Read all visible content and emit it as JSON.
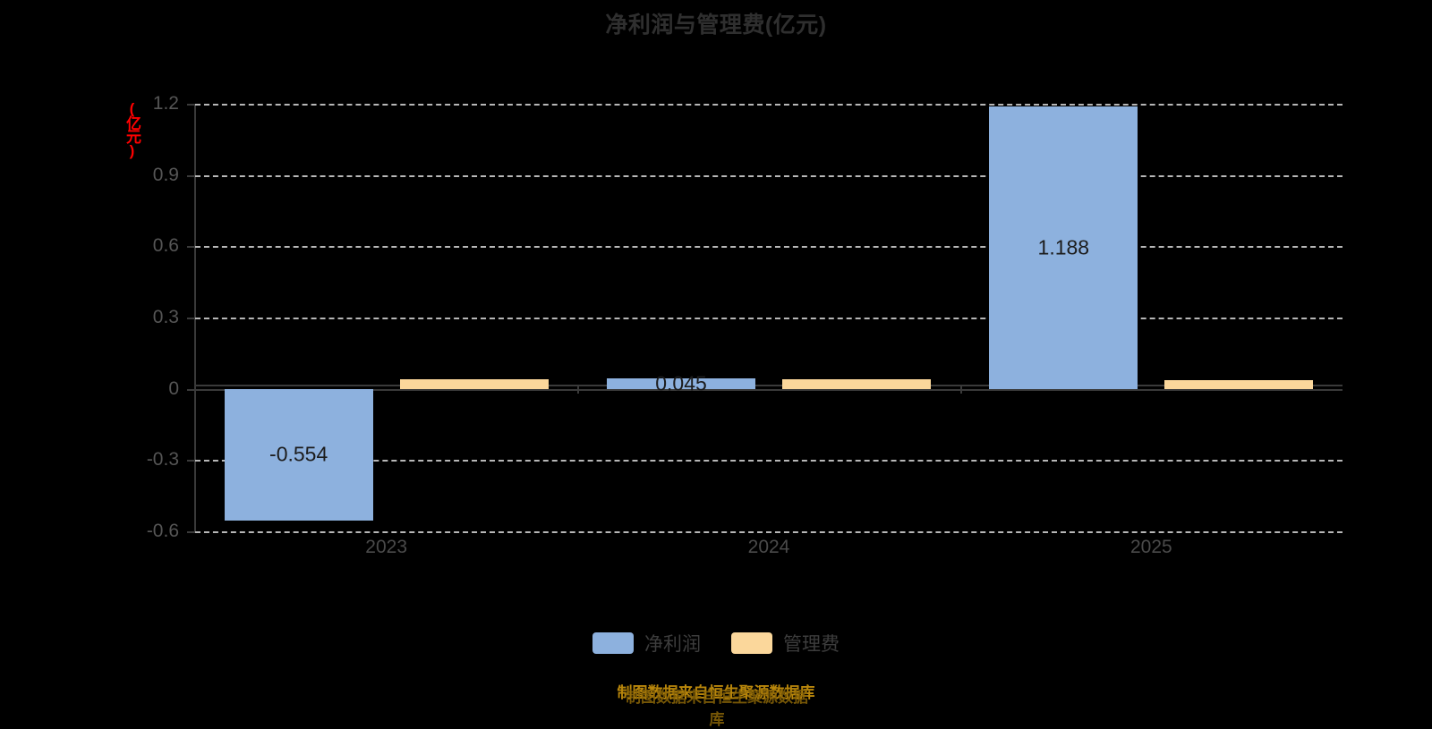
{
  "title": "净利润与管理费(亿元)",
  "unit_label": "(亿元)",
  "footer": "制图数据来自恒生聚源数据库",
  "colors": {
    "background": "#000000",
    "title": "#2f2f2f",
    "net_profit": "#8db1de",
    "admin_expense": "#fbd79b",
    "gridline": "#d8d8d8",
    "axis": "#3a3a3a",
    "unit_label": "#ff0000",
    "footer": "#b8860b",
    "tick_text": "#555555"
  },
  "legend": {
    "items": [
      {
        "label": "净利润",
        "color": "#8db1de"
      },
      {
        "label": "管理费",
        "color": "#fbd79b"
      }
    ]
  },
  "axis": {
    "y_ticks": [
      "1.2",
      "0.9",
      "0.6",
      "0.3",
      "0",
      "-0.3",
      "-0.6"
    ],
    "x_ticks": [
      "2023",
      "2024",
      "2025"
    ]
  },
  "chart_data": {
    "type": "bar",
    "title": "净利润与管理费(亿元)",
    "xlabel": "",
    "ylabel": "(亿元)",
    "ylim": [
      -0.6,
      1.2
    ],
    "ytick_values": [
      1.2,
      0.9,
      0.6,
      0.3,
      0,
      -0.3,
      -0.6
    ],
    "grid": true,
    "legend_position": "bottom",
    "categories": [
      "2023",
      "2024",
      "2025"
    ],
    "series": [
      {
        "name": "净利润",
        "color": "#8db1de",
        "values": [
          -0.554,
          0.045,
          1.188
        ],
        "labels": [
          "-0.554",
          "0.045",
          "1.188"
        ]
      },
      {
        "name": "管理费",
        "color": "#fbd79b",
        "values": [
          0.042,
          0.04,
          0.037
        ],
        "labels": [
          "",
          "",
          ""
        ]
      }
    ],
    "source_note": "制图数据来自恒生聚源数据库"
  }
}
